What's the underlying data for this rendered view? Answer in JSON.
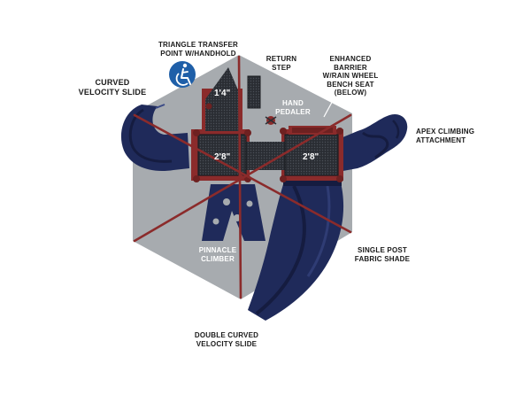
{
  "labels": {
    "triangle_transfer": "TRIANGLE TRANSFER\nPOINT W/HANDHOLD",
    "return_step": "RETURN\nSTEP",
    "enhanced_barrier": "ENHANCED\nBARRIER\nW/RAIN WHEEL\nBENCH SEAT\n(BELOW)",
    "curved_velocity_slide": "CURVED\nVELOCITY SLIDE",
    "hand_pedaler": "HAND\nPEDALER",
    "apex_climbing": "APEX CLIMBING\nATTACHMENT",
    "pinnacle_climber": "PINNACLE\nCLIMBER",
    "single_post_shade": "SINGLE POST\nFABRIC SHADE",
    "double_curved_slide": "DOUBLE CURVED\nVELOCITY SLIDE"
  },
  "dimensions": {
    "upper_deck": "1'4\"",
    "left_deck": "2'8\"",
    "right_deck": "2'8\""
  },
  "colors": {
    "shade_fill": "#a7abaf",
    "slide_navy": "#1f2a5a",
    "slide_dark": "#151c40",
    "frame_red": "#8b2b2b",
    "deck_black": "#2a2d33",
    "accessibility_blue": "#1f5fa8"
  },
  "icons": {
    "accessibility": "wheelchair-accessibility-icon"
  }
}
